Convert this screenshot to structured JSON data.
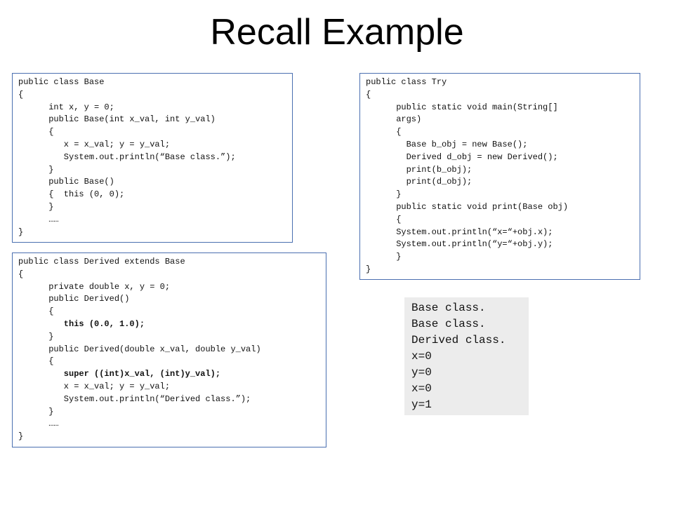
{
  "title": "Recall Example",
  "base_class": {
    "lines": [
      {
        "text": "public class Base",
        "bold": false
      },
      {
        "text": "{",
        "bold": false
      },
      {
        "text": "      int x, y = 0;",
        "bold": false
      },
      {
        "text": "      public Base(int x_val, int y_val)",
        "bold": false
      },
      {
        "text": "      {",
        "bold": false
      },
      {
        "text": "         x = x_val; y = y_val;",
        "bold": false
      },
      {
        "text": "         System.out.println(“Base class.”);",
        "bold": false
      },
      {
        "text": "      }",
        "bold": false
      },
      {
        "text": "      public Base()",
        "bold": false
      },
      {
        "text": "      {  this (0, 0);",
        "bold": false
      },
      {
        "text": "      }",
        "bold": false
      },
      {
        "text": "      ……",
        "bold": false
      },
      {
        "text": "}",
        "bold": false
      }
    ]
  },
  "try_class": {
    "lines": [
      {
        "text": "public class Try",
        "bold": false
      },
      {
        "text": "{",
        "bold": false
      },
      {
        "text": "      public static void main(String[]",
        "bold": false
      },
      {
        "text": "      args)",
        "bold": false
      },
      {
        "text": "      {",
        "bold": false
      },
      {
        "text": "        Base b_obj = new Base();",
        "bold": false
      },
      {
        "text": "        Derived d_obj = new Derived();",
        "bold": false
      },
      {
        "text": "        print(b_obj);",
        "bold": false
      },
      {
        "text": "        print(d_obj);",
        "bold": false
      },
      {
        "text": "      }",
        "bold": false
      },
      {
        "text": "      public static void print(Base obj)",
        "bold": false
      },
      {
        "text": "      {",
        "bold": false
      },
      {
        "text": "      System.out.println(“x=“+obj.x);",
        "bold": false
      },
      {
        "text": "      System.out.println(“y=“+obj.y);",
        "bold": false
      },
      {
        "text": "      }",
        "bold": false
      },
      {
        "text": "}",
        "bold": false
      }
    ]
  },
  "derived_class": {
    "lines": [
      {
        "text": "public class Derived extends Base",
        "bold": false
      },
      {
        "text": "{",
        "bold": false
      },
      {
        "text": "      private double x, y = 0;",
        "bold": false
      },
      {
        "text": "      public Derived()",
        "bold": false
      },
      {
        "text": "      {",
        "bold": false
      },
      {
        "text": "         this (0.0, 1.0);",
        "bold": true
      },
      {
        "text": "      }",
        "bold": false
      },
      {
        "text": "      public Derived(double x_val, double y_val)",
        "bold": false
      },
      {
        "text": "      {",
        "bold": false
      },
      {
        "text": "         super ((int)x_val, (int)y_val);",
        "bold": true
      },
      {
        "text": "         x = x_val; y = y_val;",
        "bold": false
      },
      {
        "text": "         System.out.println(“Derived class.”);",
        "bold": false
      },
      {
        "text": "      }",
        "bold": false
      },
      {
        "text": "      ……",
        "bold": false
      },
      {
        "text": "}",
        "bold": false
      }
    ]
  },
  "output": {
    "lines": [
      "Base class.",
      "Base class.",
      "Derived class.",
      "x=0",
      "y=0",
      "x=0",
      "y=1"
    ]
  }
}
